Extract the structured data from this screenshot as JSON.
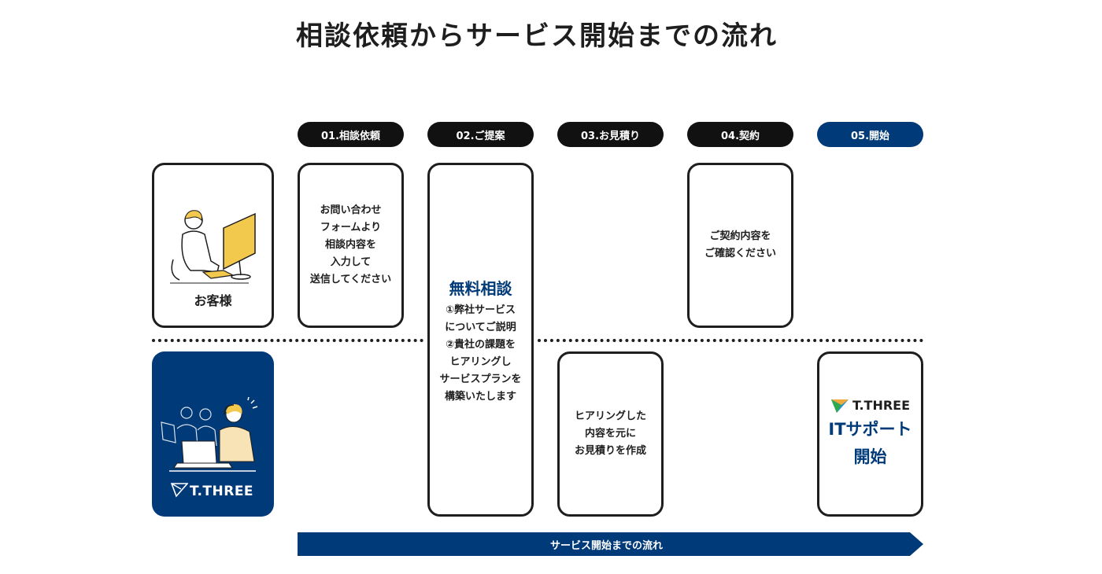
{
  "title": "相談依頼からサービス開始までの流れ",
  "steps": [
    {
      "label": "01.相談依頼"
    },
    {
      "label": "02.ご提案"
    },
    {
      "label": "03.お見積り"
    },
    {
      "label": "04.契約"
    },
    {
      "label": "05.開始"
    }
  ],
  "customer": {
    "label": "お客様"
  },
  "company": {
    "logo": "T.THREE"
  },
  "boxes": {
    "inquiry": {
      "lines": [
        "お問い合わせ",
        "フォームより",
        "相談内容を",
        "入力して",
        "送信してください"
      ]
    },
    "proposal": {
      "heading": "無料相談",
      "lines": [
        "①弊社サービス",
        "についてご説明",
        "②貴社の課題を",
        "ヒアリングし",
        "サービスプランを",
        "構築いたします"
      ]
    },
    "estimate": {
      "lines": [
        "ヒアリングした",
        "内容を元に",
        "お見積りを作成"
      ]
    },
    "contract": {
      "lines": [
        "ご契約内容を",
        "ご確認ください"
      ]
    },
    "start": {
      "logo": "T.THREE",
      "lines": [
        "ITサポート",
        "開始"
      ]
    }
  },
  "flow_bar": {
    "label": "サービス開始までの流れ"
  },
  "colors": {
    "navy": "#003a78",
    "black": "#111111",
    "yellow": "#f2c94c"
  }
}
